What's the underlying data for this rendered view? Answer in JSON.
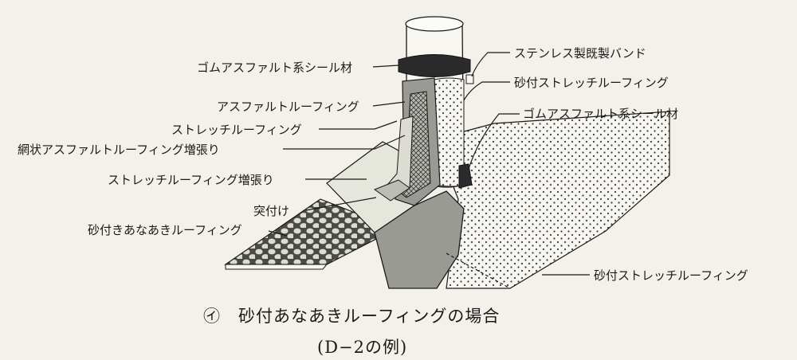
{
  "labels": {
    "rubber_sealant_top": "ゴムアスファルト系シール材",
    "stainless_band": "ステンレス製既製バンド",
    "sanded_stretch_roofing_top": "砂付ストレッチルーフィング",
    "asphalt_roofing": "アスファルトルーフィング",
    "rubber_sealant_right": "ゴムアスファルト系シール材",
    "stretch_roofing": "ストレッチルーフィング",
    "mesh_reinforcement": "網状アスファルトルーフィング増張り",
    "stretch_reinforcement": "ストレッチルーフィング増張り",
    "butt_joint": "突付け",
    "perforated_sanded_roofing": "砂付きあなあきルーフィング",
    "sanded_stretch_roofing_bottom": "砂付ストレッチルーフィング"
  },
  "caption": {
    "title": "㋑　砂付あなあきルーフィングの場合",
    "subtitle": "(D−2の例)"
  },
  "colors": {
    "background": "#f3f1ea",
    "pipe": "#f7f6f1",
    "band": "#2b2b2b",
    "membrane_gray": "#9a9a94",
    "light_fill": "#e6e7dc",
    "dot": "#3a3a3a",
    "line": "#1a1a1a"
  }
}
